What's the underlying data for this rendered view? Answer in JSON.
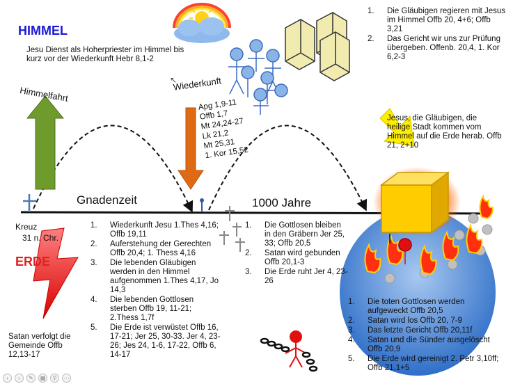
{
  "himmel": "HIMMEL",
  "erde": "ERDE",
  "priest": "Jesu Dienst als Hoherpriester im Himmel bis kurz vor der Wiederkunft Hebr 8,1-2",
  "himmelfahrt": "Himmelfahrt",
  "wiederkunft": "Wiederkunft",
  "wiederkunft_refs": [
    "Apg 1,9-11",
    "Offb 1,7",
    "Mt 24,24-27",
    "Lk 21,2",
    "Mt 25,31",
    "1. Kor 15,52"
  ],
  "gnadenzeit": "Gnadenzeit",
  "tausend": "1000 Jahre",
  "kreuz_line1": "Kreuz",
  "kreuz_line2": "31 n. Chr.",
  "satan": "Satan verfolgt die Gemeinde Offb 12,13-17",
  "top_right": [
    {
      "n": "1.",
      "text": "Die Gläubigen regieren mit Jesus im Himmel Offb 20, 4+6; Offb 3,21"
    },
    {
      "n": "2.",
      "text": "Das Gericht wir uns zur Prüfung übergeben. Offenb. 20,4, 1. Kor 6,2-3"
    }
  ],
  "descend": "Jesus, die Gläubigen, die heilige Stadt kommen vom Himmel auf die Erde herab. Offb 21, 2+10",
  "list_left": [
    {
      "n": "1.",
      "text": "Wiederkunft Jesu 1.Thes 4,16; Offb 19,11"
    },
    {
      "n": "2.",
      "text": "Auferstehung der Gerechten Offb 20,4; 1. Thess 4,16"
    },
    {
      "n": "3.",
      "text": "Die lebenden Gläubigen werden in den Himmel aufgenommen 1.Thes 4,17, Jo 14,3"
    },
    {
      "n": "4.",
      "text": "Die lebenden Gottlosen sterben Offb 19, 11-21; 2.Thess 1,7f"
    },
    {
      "n": "5.",
      "text": "Die Erde ist verwüstet Offb 16, 17-21; Jer 25, 30-33. Jer 4, 23-26; Jes 24, 1-6, 17-22, Offb 6, 14-17"
    }
  ],
  "list_mid": [
    {
      "n": "1.",
      "text": "Die Gottlosen bleiben in den Gräbern Jer 25, 33; Offb 20,5"
    },
    {
      "n": "2.",
      "text": "Satan wird gebunden Offb 20,1-3"
    },
    {
      "n": "3.",
      "text": "Die Erde ruht Jer 4, 23-26"
    }
  ],
  "list_right": [
    {
      "n": "1.",
      "text": "Die toten Gottlosen werden aufgeweckt Offb 20,5"
    },
    {
      "n": "2.",
      "text": "Satan wird los Offb 20, 7-9"
    },
    {
      "n": "3.",
      "text": "Das letzte Gericht Offb 20,11f"
    },
    {
      "n": "4.",
      "text": "Satan und die Sünder ausgelöscht Offb 20,9"
    },
    {
      "n": "5.",
      "text": "Die Erde wird gereinigt 2. Petr 3,10ff; Offb 21,1+5"
    }
  ],
  "colors": {
    "himmel": "#1a1ad4",
    "erde": "#e02020",
    "arrow_up": "#6f9a2c",
    "arrow_down": "#e06a14",
    "arrow_yellow": "#ffee00",
    "earth": "#4a86d8",
    "city": "#ffcc00"
  }
}
